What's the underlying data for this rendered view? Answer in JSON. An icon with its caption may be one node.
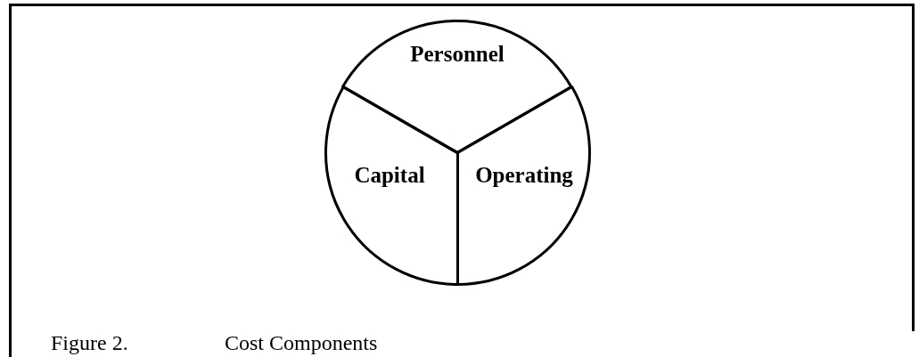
{
  "diagram": {
    "nodes": [
      {
        "text": [
          "Personnel"
        ]
      },
      {
        "text": [
          "Capital"
        ]
      },
      {
        "text": [
          "Operating"
        ]
      }
    ],
    "labels": [
      "Figure 2.",
      "Cost Components"
    ]
  }
}
